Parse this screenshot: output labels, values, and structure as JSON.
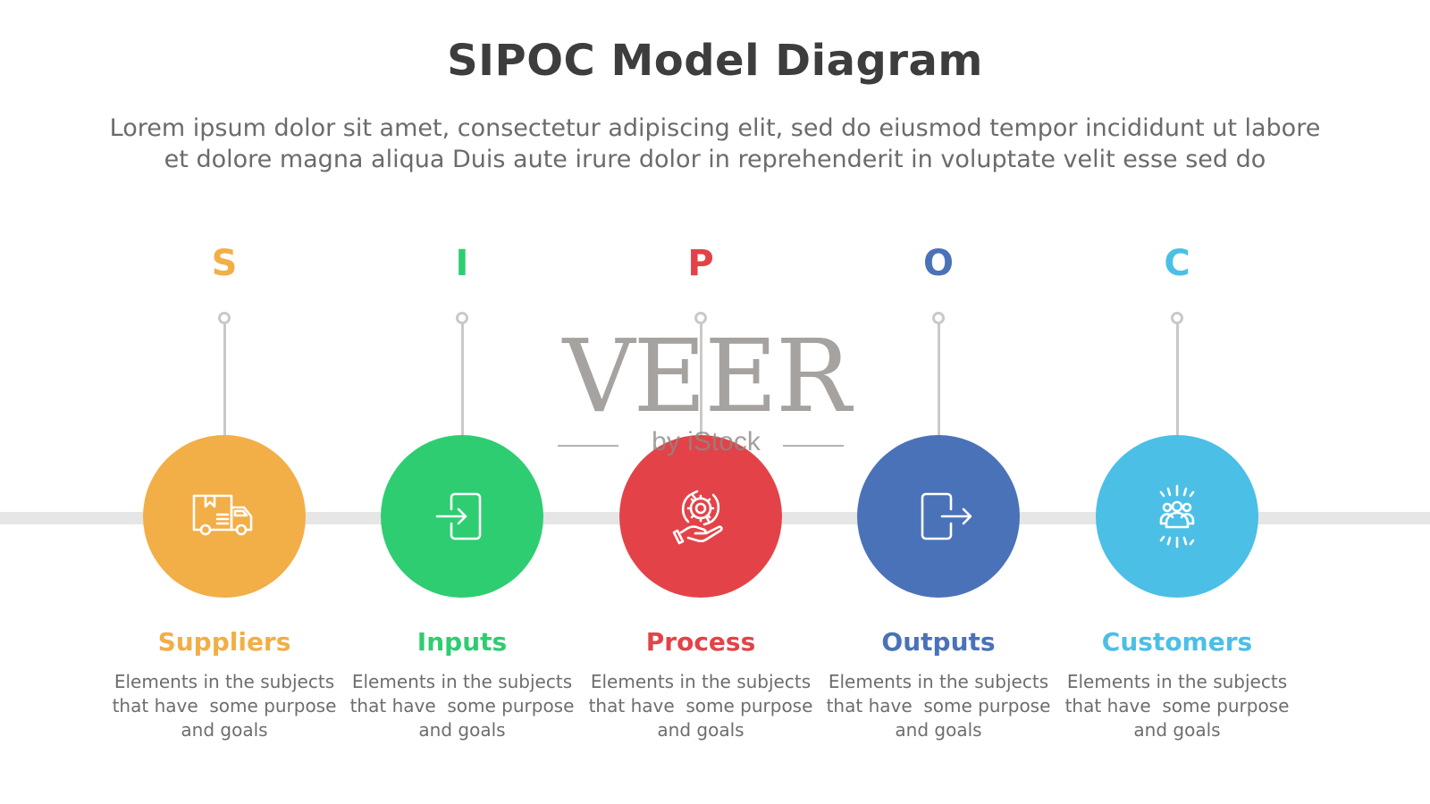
{
  "header": {
    "title": "SIPOC Model Diagram",
    "subtitle_lines": [
      "Lorem ipsum dolor sit amet, consectetur adipiscing elit, sed do eiusmod tempor incididunt ut labore",
      "et dolore magna aliqua Duis aute irure dolor in reprehenderit in voluptate velit esse sed do"
    ]
  },
  "steps": [
    {
      "letter": "S",
      "label": "Suppliers",
      "icon": "delivery-truck-icon",
      "color": "#f2ae47",
      "desc_lines": [
        "Elements in the subjects",
        "that have  some purpose",
        "and goals"
      ]
    },
    {
      "letter": "I",
      "label": "Inputs",
      "icon": "sign-in-icon",
      "color": "#2ecd72",
      "desc_lines": [
        "Elements in the subjects",
        "that have  some purpose",
        "and goals"
      ]
    },
    {
      "letter": "P",
      "label": "Process",
      "icon": "gear-hand-cycle-icon",
      "color": "#e34348",
      "desc_lines": [
        "Elements in the subjects",
        "that have  some purpose",
        "and goals"
      ]
    },
    {
      "letter": "O",
      "label": "Outputs",
      "icon": "sign-out-icon",
      "color": "#4a72b8",
      "desc_lines": [
        "Elements in the subjects",
        "that have  some purpose",
        "and goals"
      ]
    },
    {
      "letter": "C",
      "label": "Customers",
      "icon": "people-group-icon",
      "color": "#4bbfe6",
      "desc_lines": [
        "Elements in the subjects",
        "that have  some purpose",
        "and goals"
      ]
    }
  ],
  "watermark": {
    "brand": "VEER",
    "sub": "by iStock"
  }
}
